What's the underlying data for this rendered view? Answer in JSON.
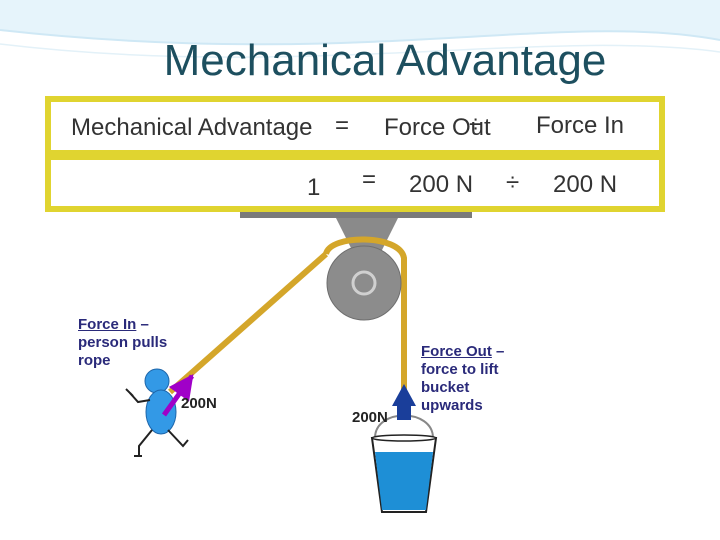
{
  "title": "Mechanical Advantage",
  "formula": {
    "ma": "Mechanical Advantage",
    "equals": "=",
    "force_out": "Force Out",
    "divide": "÷",
    "force_in": "Force In"
  },
  "values": {
    "ma_value": "1",
    "equals": "=",
    "force_out_value": "200 N",
    "divide": "÷",
    "force_in_value": "200 N"
  },
  "force_in_note": {
    "heading": "Force In",
    "dash": " –",
    "line2": "person pulls",
    "line3": "rope"
  },
  "force_out_note": {
    "heading": "Force Out",
    "dash": " –",
    "line2": "force to lift",
    "line3": "bucket",
    "line4": "upwards"
  },
  "force_in_label": "200N",
  "force_out_label": "200N",
  "colors": {
    "title": "#1d4f5f",
    "box_border": "#e0d430",
    "rope": "#d4a62a",
    "pulley": "#8c8c8c",
    "arrow_in": "#a000c8",
    "arrow_out": "#1a3e9a",
    "water": "#1e8fd6",
    "person": "#3399e6"
  }
}
